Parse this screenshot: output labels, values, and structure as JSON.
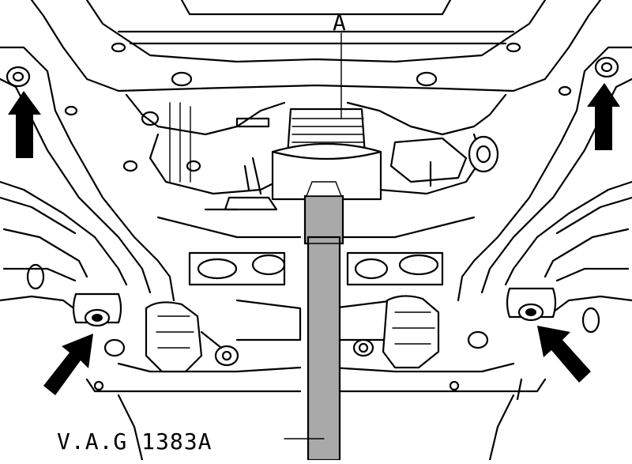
{
  "labels": {
    "callout_a": "A",
    "tool_name": "V.A.G 1383A"
  },
  "arrows": [
    {
      "name": "upper-left",
      "direction": "up"
    },
    {
      "name": "upper-right",
      "direction": "up"
    },
    {
      "name": "lower-left",
      "direction": "up-right"
    },
    {
      "name": "lower-right",
      "direction": "up-left"
    }
  ],
  "colors": {
    "line": "#000000",
    "background": "#ffffff",
    "tool_shaft": "#a9a9a9"
  }
}
